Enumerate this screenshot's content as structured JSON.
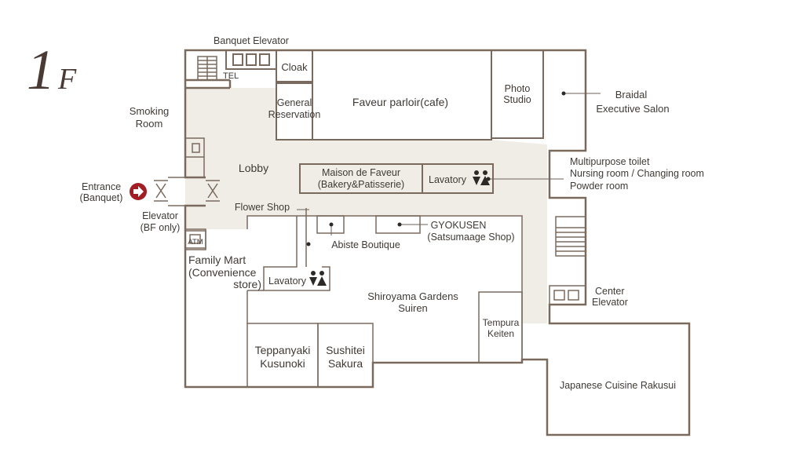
{
  "colors": {
    "wall": "#7a6a5e",
    "lobby_fill": "#f0ede7",
    "text": "#3f3a35",
    "entrance_marker": "#a31d24",
    "leader_line": "#6d6259"
  },
  "floor": {
    "number": "1",
    "letter": "F"
  },
  "labels": {
    "banquet_elevator": "Banquet Elevator",
    "tel": "TEL",
    "cloak": "Cloak",
    "general": "General",
    "reservation": "Reservation",
    "faveur_parlor": "Faveur parloir(cafe)",
    "photo": "Photo",
    "studio": "Studio",
    "braidal": "Braidal",
    "executive_salon": "Executive Salon",
    "smoking": "Smoking",
    "room": "Room",
    "lobby": "Lobby",
    "maison_1": "Maison de Faveur",
    "maison_2": "(Bakery&Patisserie)",
    "lavatory_upper": "Lavatory",
    "multipurpose_toilet": "Multipurpose toilet",
    "nursing_room": "Nursing room / Changing room",
    "powder_room": "Powder room",
    "entrance": "Entrance",
    "banquet_paren": "(Banquet)",
    "elevator": "Elevator",
    "bf_only": "(BF only)",
    "flower_shop": "Flower Shop",
    "gyokusen": "GYOKUSEN",
    "satsumaage": "(Satsumaage Shop)",
    "abiste": "Abiste Boutique",
    "atm": "ATM",
    "family_mart": "Family Mart",
    "convenience": "(Convenience",
    "store": "store)",
    "lavatory_lower": "Lavatory",
    "shiroyama": "Shiroyama Gardens",
    "suiren": "Suiren",
    "center": "Center",
    "center_elevator": "Elevator",
    "tempura": "Tempura",
    "keiten": "Keiten",
    "teppanyaki": "Teppanyaki",
    "kusunoki": "Kusunoki",
    "sushitei": "Sushitei",
    "sakura": "Sakura",
    "japanese_cuisine": "Japanese Cuisine Rakusui"
  }
}
